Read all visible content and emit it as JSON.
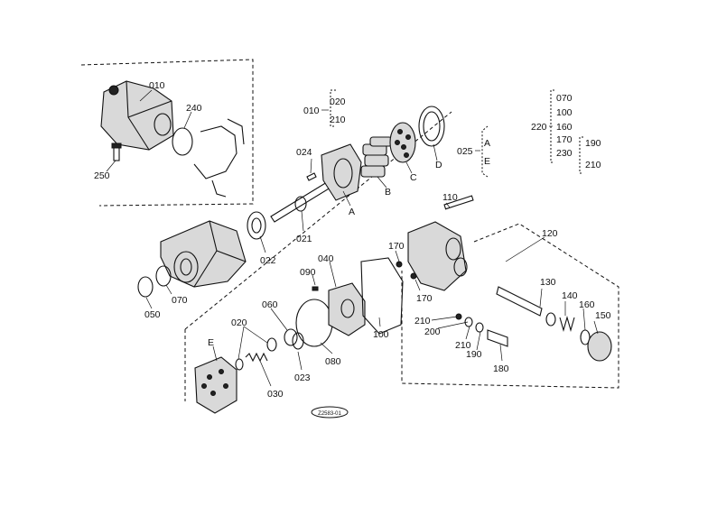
{
  "labels": {
    "p010": "010",
    "p240": "240",
    "p250": "250",
    "p010b": "010",
    "p020": "020",
    "p210": "210",
    "p024": "024",
    "pA": "A",
    "pB": "B",
    "pC": "C",
    "pD": "D",
    "p025": "025",
    "pAE_a": "A",
    "pAE_e": "E",
    "p070": "070",
    "p100": "100",
    "p220": "220",
    "p160": "160",
    "p170": "170",
    "p230": "230",
    "p190": "190",
    "p210c": "210",
    "p110": "110",
    "p021": "021",
    "p022": "022",
    "p070b": "070",
    "p050": "050",
    "p040": "040",
    "p090": "090",
    "p060": "060",
    "p020b": "020",
    "pE": "E",
    "p030": "030",
    "p023": "023",
    "p080": "080",
    "p100b": "100",
    "p170b": "170",
    "p170c": "170",
    "p120": "120",
    "p130": "130",
    "p140": "140",
    "p160b": "160",
    "p150": "150",
    "p210b": "210",
    "p200": "200",
    "p210d": "210",
    "p190b": "190",
    "p180": "180",
    "figure_code": "Z2583-01"
  }
}
